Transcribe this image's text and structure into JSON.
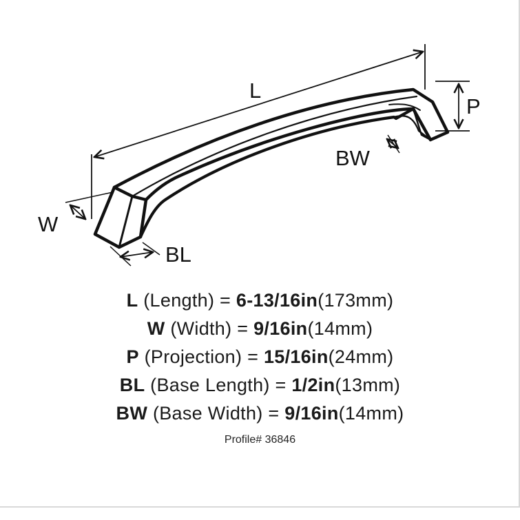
{
  "diagram": {
    "labels": {
      "length": "L",
      "width": "W",
      "projection": "P",
      "base_length": "BL",
      "base_width": "BW"
    },
    "colors": {
      "ink": "#111111",
      "background": "#ffffff"
    }
  },
  "specs": [
    {
      "abbr": "L",
      "name": " (Length) = ",
      "imperial": "6-13/16in",
      "metric": "(173mm)"
    },
    {
      "abbr": "W",
      "name": " (Width) = ",
      "imperial": "9/16in",
      "metric": "(14mm)"
    },
    {
      "abbr": "P",
      "name": " (Projection) = ",
      "imperial": "15/16in",
      "metric": "(24mm)"
    },
    {
      "abbr": "BL",
      "name": " (Base Length) = ",
      "imperial": "1/2in",
      "metric": "(13mm)"
    },
    {
      "abbr": "BW",
      "name": " (Base Width) = ",
      "imperial": "9/16in",
      "metric": "(14mm)"
    }
  ],
  "profile": "Profile# 36846"
}
